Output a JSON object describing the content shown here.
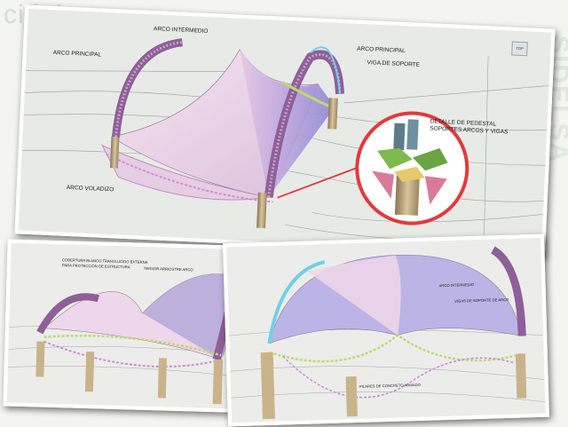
{
  "brand": {
    "logo_text": "cidelsa",
    "side_text": "SIDELSA"
  },
  "main_render": {
    "labels": {
      "arco_intermedio": "ARCO INTERMEDIO",
      "arco_principal_left": "ARCO PRINCIPAL",
      "arco_principal_right": "ARCO PRINCIPAL",
      "viga_soporte": "VIGA DE SOPORTE",
      "detalle_line1": "DETALLE DE PEDESTAL",
      "detalle_line2": "SOPORTES ARCOS Y VIGAS",
      "arco_voladizo": "ARCO VOLADIZO"
    },
    "viewcube_label": "TOP"
  },
  "left_render": {
    "labels": {
      "cobertura_line1": "COBERTURA BLANCO TRANSLUCIDO EXTERNA",
      "cobertura_line2": "PARA PROTECCION DE ESTRUCTURA",
      "tensor": "TENSOR ARRIOSTRE ARCO",
      "cober": "COBER"
    }
  },
  "right_render": {
    "labels": {
      "arco_intermedio": "ARCO INTERMEDIO",
      "vigas_soporte": "VIGAS DE SOPORTE DE ARCO",
      "pilares": "PILARES DE CONCRETO ARMADO"
    }
  },
  "colors": {
    "membrane": "#f0d6ea",
    "membrane_shadow": "#a9a0d6",
    "arch": "#9c6aa4",
    "pedestal": "#c9b48a",
    "callout_red": "#e23a3a",
    "viga": "#b9dd6a",
    "background_cad": "#e9ebe9"
  }
}
